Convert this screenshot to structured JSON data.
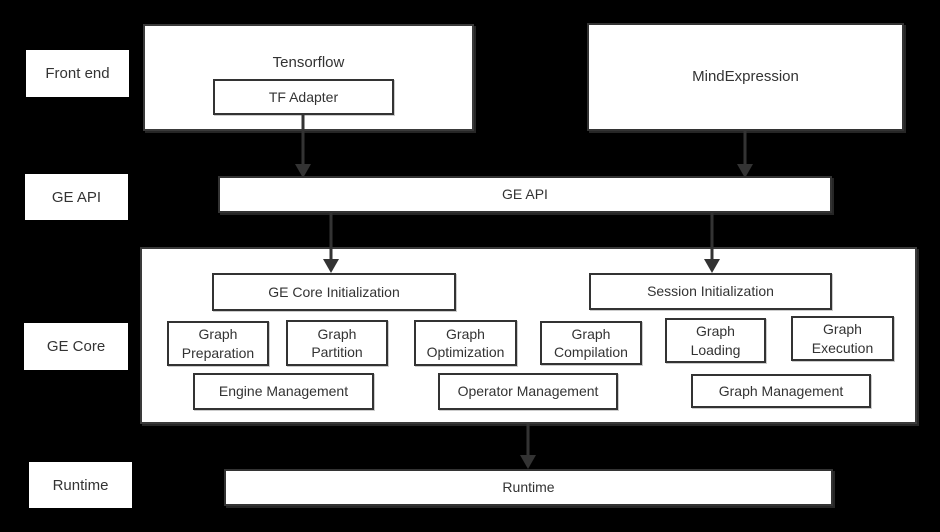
{
  "diagram": {
    "row_labels": [
      {
        "label": "Front end"
      },
      {
        "label": "GE API"
      },
      {
        "label": "GE Core"
      },
      {
        "label": "Runtime"
      }
    ],
    "front_end": {
      "tensorflow_label": "Tensorflow",
      "tf_adapter_label": "TF Adapter",
      "mind_expression_label": "MindExpression"
    },
    "ge_api": {
      "bar_label": "GE API"
    },
    "ge_core": {
      "core_init_label": "GE Core Initialization",
      "session_init_label": "Session Initialization",
      "modules": [
        "Graph Preparation",
        "Graph Partition",
        "Graph Optimization",
        "Graph Compilation",
        "Graph Loading",
        "Graph Execution"
      ],
      "management": [
        "Engine Management",
        "Operator Management",
        "Graph Management"
      ]
    },
    "runtime": {
      "bar_label": "Runtime"
    }
  },
  "colors": {
    "background": "#000000",
    "box_fill": "#ffffff",
    "border": "#333333",
    "text": "#333333",
    "arrow": "#333333"
  }
}
